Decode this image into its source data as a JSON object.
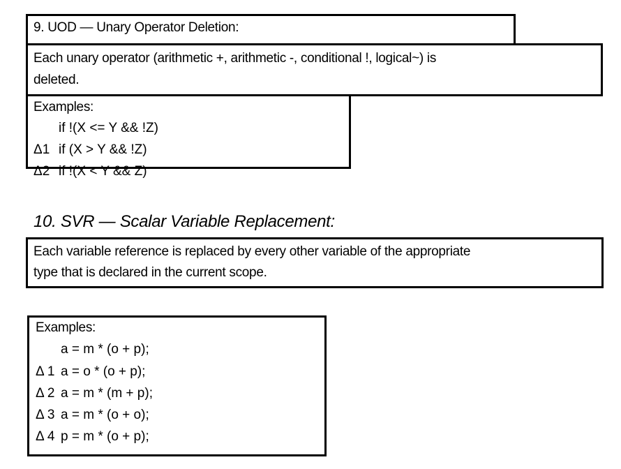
{
  "uod": {
    "title": "9. UOD — Unary Operator Deletion:",
    "description_line1": "Each unary operator (arithmetic +, arithmetic -, conditional !, logical~) is",
    "description_line2": "deleted.",
    "examples_label": "Examples:",
    "examples": [
      {
        "marker": "",
        "code": "if !(X <= Y && !Z)"
      },
      {
        "marker": "Δ1",
        "code": "if (X > Y && !Z)"
      },
      {
        "marker": "Δ2",
        "code": "if !(X < Y && Z)"
      }
    ]
  },
  "svr": {
    "title": "10. SVR — Scalar Variable Replacement:",
    "description_line1": "Each variable reference is replaced by every other variable of the appropriate",
    "description_line2": "type that is declared in the current scope.",
    "examples_label": "Examples:",
    "examples": [
      {
        "marker": "",
        "code": "a = m * (o + p);"
      },
      {
        "marker": "Δ 1",
        "code": "a = o * (o + p);"
      },
      {
        "marker": "Δ 2",
        "code": "a = m * (m + p);"
      },
      {
        "marker": "Δ 3",
        "code": "a = m * (o + o);"
      },
      {
        "marker": "Δ 4",
        "code": "p = m * (o + p);"
      }
    ]
  }
}
